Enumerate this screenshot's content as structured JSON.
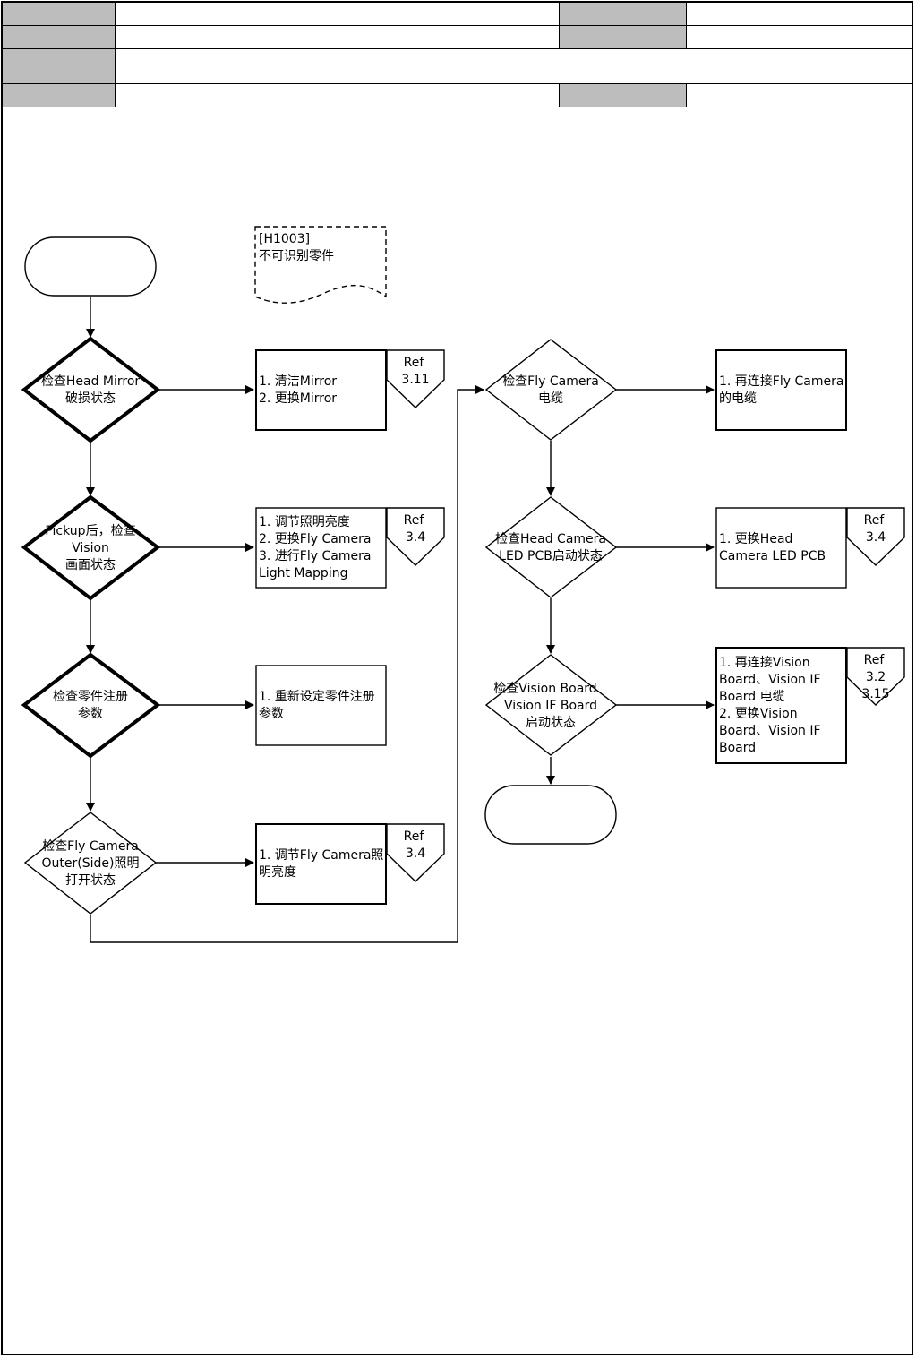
{
  "note": {
    "lines": [
      "[H1003]",
      "不可识别零件"
    ]
  },
  "decisions": [
    {
      "lines": [
        "检查Head Mirror",
        "破损状态"
      ]
    },
    {
      "lines": [
        "Pickup后，检查",
        "Vision",
        "画面状态"
      ]
    },
    {
      "lines": [
        "检查零件注册",
        "参数"
      ]
    },
    {
      "lines": [
        "检查Fly Camera",
        "Outer(Side)照明",
        "打开状态"
      ]
    },
    {
      "lines": [
        "检查Fly Camera",
        "电缆"
      ]
    },
    {
      "lines": [
        "检查Head Camera",
        "LED PCB启动状态"
      ]
    },
    {
      "lines": [
        "检查Vision Board",
        "Vision IF Board",
        "启动状态"
      ]
    }
  ],
  "actions": [
    {
      "lines": [
        "1. 清洁Mirror",
        "2. 更换Mirror"
      ]
    },
    {
      "lines": [
        "1. 调节照明亮度",
        "2. 更换Fly Camera",
        "3. 进行Fly Camera",
        "Light Mapping"
      ]
    },
    {
      "lines": [
        "1. 重新设定零件注册",
        "参数"
      ]
    },
    {
      "lines": [
        "1. 调节Fly Camera照",
        "明亮度"
      ]
    },
    {
      "lines": [
        "1. 再连接Fly Camera",
        "的电缆"
      ]
    },
    {
      "lines": [
        "1. 更换Head",
        "Camera LED PCB"
      ]
    },
    {
      "lines": [
        "1. 再连接Vision",
        "Board、Vision IF",
        "Board 电缆",
        "2. 更换Vision",
        "Board、Vision IF",
        "Board"
      ]
    }
  ],
  "refs": [
    {
      "lines": [
        "Ref",
        "3.11"
      ]
    },
    {
      "lines": [
        "Ref",
        "3.4"
      ]
    },
    {
      "lines": [
        "Ref",
        "3.4"
      ]
    },
    {
      "lines": [
        "Ref",
        "3.4"
      ]
    },
    {
      "lines": [
        "Ref",
        "3.2",
        "3.15"
      ]
    }
  ]
}
